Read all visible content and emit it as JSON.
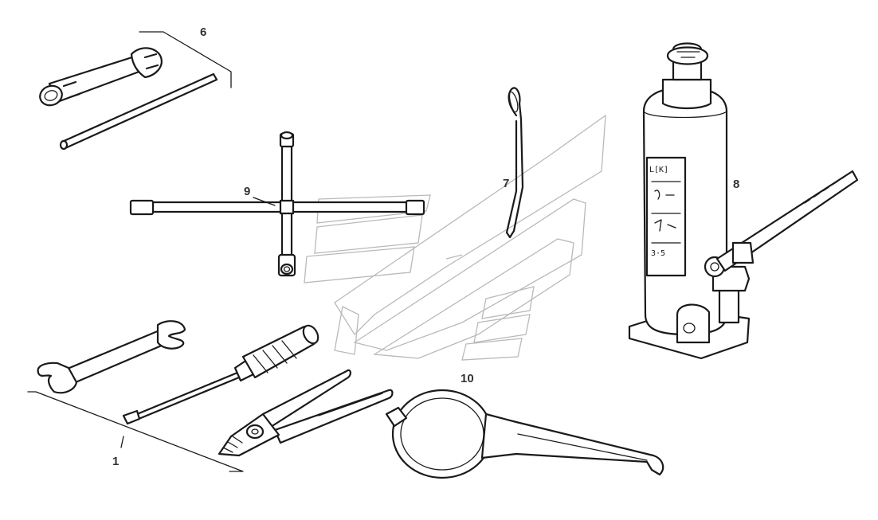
{
  "callouts": {
    "c1": "1",
    "c6": "6",
    "c7": "7",
    "c8": "8",
    "c9": "9",
    "c10": "10"
  },
  "jack": {
    "label_top": "L[K]",
    "label_bottom": "3·5"
  }
}
